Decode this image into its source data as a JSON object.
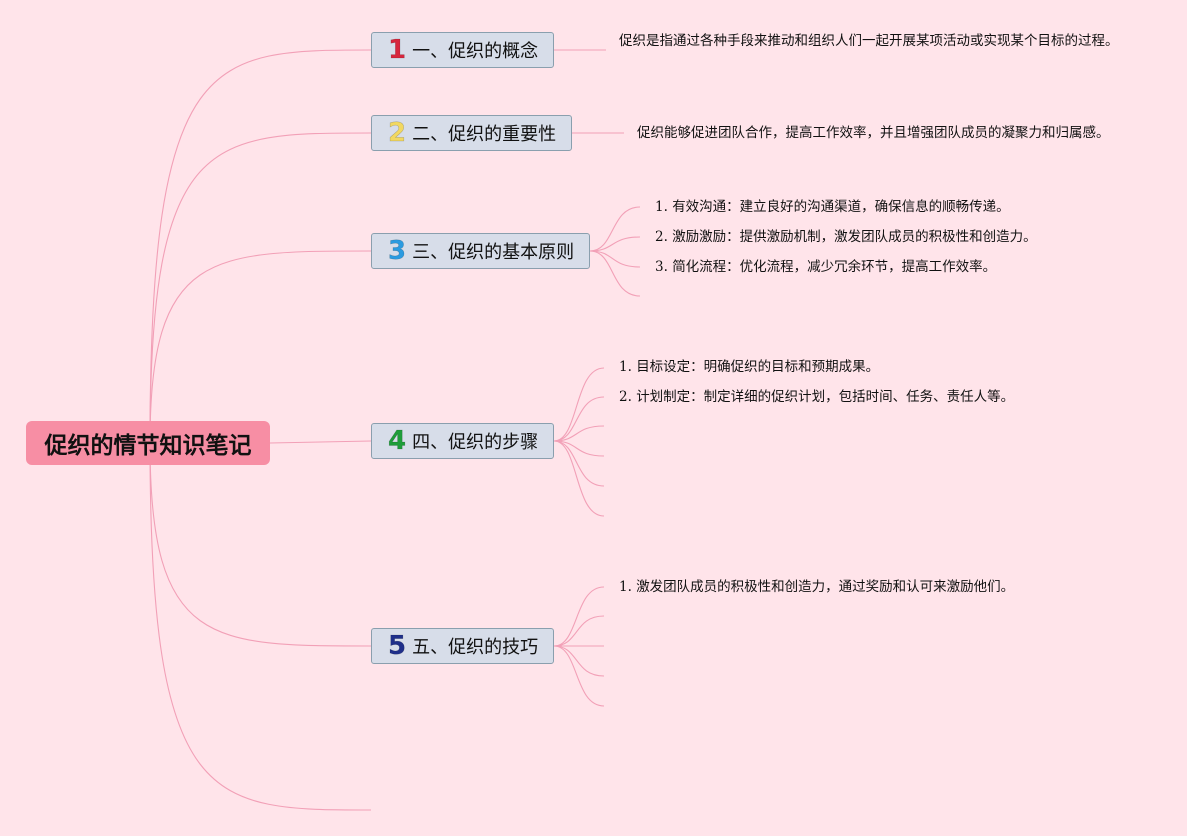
{
  "root": {
    "title": "促织的情节知识笔记"
  },
  "colors": {
    "background": "#ffe4ea",
    "root_fill": "#f78ea4",
    "topic_fill": "#d7dde9",
    "topic_border": "#8a9fae",
    "connector": "#f2a0b7",
    "num_1": "#d7263d",
    "num_2": "#f2d860",
    "num_3": "#2b9be0",
    "num_4": "#1f9d3a",
    "num_5": "#1f2f8a"
  },
  "topics": [
    {
      "num": "1",
      "label": "一、促织的概念",
      "text": "促织是指通过各种手段来推动和组织人们一起开展某项活动或实现某个目标的过程。"
    },
    {
      "num": "2",
      "label": "二、促织的重要性",
      "text": "促织能够促进团队合作，提高工作效率，并且增强团队成员的凝聚力和归属感。"
    },
    {
      "num": "3",
      "label": "三、促织的基本原则",
      "items": [
        {
          "num": "1.",
          "text": "有效沟通：建立良好的沟通渠道，确保信息的顺畅传递。"
        },
        {
          "num": "2.",
          "text": "激励激励：提供激励机制，激发团队成员的积极性和创造力。"
        },
        {
          "num": "3.",
          "text": "简化流程：优化流程，减少冗余环节，提高工作效率。"
        }
      ]
    },
    {
      "num": "4",
      "label": "四、促织的步骤",
      "items": [
        {
          "num": "1.",
          "text": "目标设定：明确促织的目标和预期成果。"
        },
        {
          "num": "2.",
          "text": "计划制定：制定详细的促织计划，包括时间、任务、责任人等。"
        }
      ]
    },
    {
      "num": "5",
      "label": "五、促织的技巧",
      "items": [
        {
          "num": "1.",
          "text": "激发团队成员的积极性和创造力，通过奖励和认可来激励他们。"
        }
      ]
    }
  ]
}
